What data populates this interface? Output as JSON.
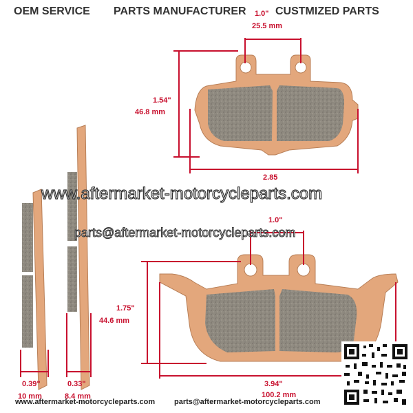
{
  "header": {
    "oem": "OEM SERVICE",
    "manufacturer": "PARTS MANUFACTURER",
    "customized": "CUSTMIZED PARTS"
  },
  "watermark": {
    "site": "www.aftermarket-motorcycleparts.com",
    "email": "parts@aftermarket-motorcycleparts.com"
  },
  "top_pad": {
    "pin_inch": "1.0\"",
    "pin_mm": "25.5 mm",
    "height_inch": "1.54\"",
    "height_mm": "46.8 mm",
    "width_inch": "2.85"
  },
  "bottom_pad": {
    "pin_inch": "1.0\"",
    "height_inch": "1.75\"",
    "height_mm": "44.6 mm",
    "width_inch": "3.94\"",
    "width_mm": "100.2 mm"
  },
  "side_views": {
    "left_inch": "0.39\"",
    "left_mm": "10 mm",
    "right_inch": "0.33\"",
    "right_mm": "8.4 mm"
  },
  "footer": {
    "site": "www.aftermarket-motorcycleparts.com",
    "email": "parts@aftermarket-motorcycleparts.com"
  },
  "colors": {
    "dimension": "#c8102e",
    "backing_plate": "#e3a77c",
    "friction": "#8f8a80",
    "qr": "#111111"
  }
}
